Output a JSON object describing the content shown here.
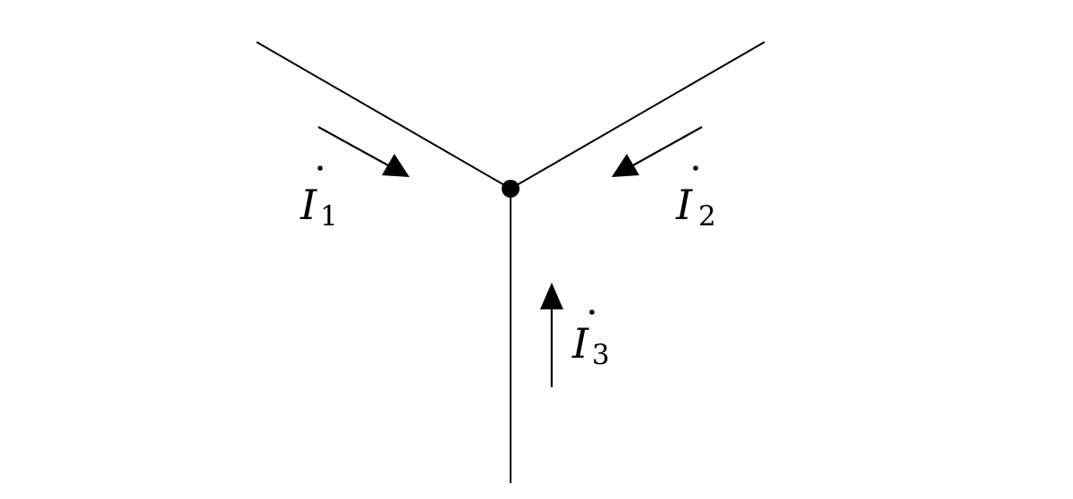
{
  "diagram": {
    "node": {
      "name": "junction"
    },
    "currents": [
      {
        "symbol": "I",
        "subscript": "1"
      },
      {
        "symbol": "I",
        "subscript": "2"
      },
      {
        "symbol": "I",
        "subscript": "3"
      }
    ]
  }
}
